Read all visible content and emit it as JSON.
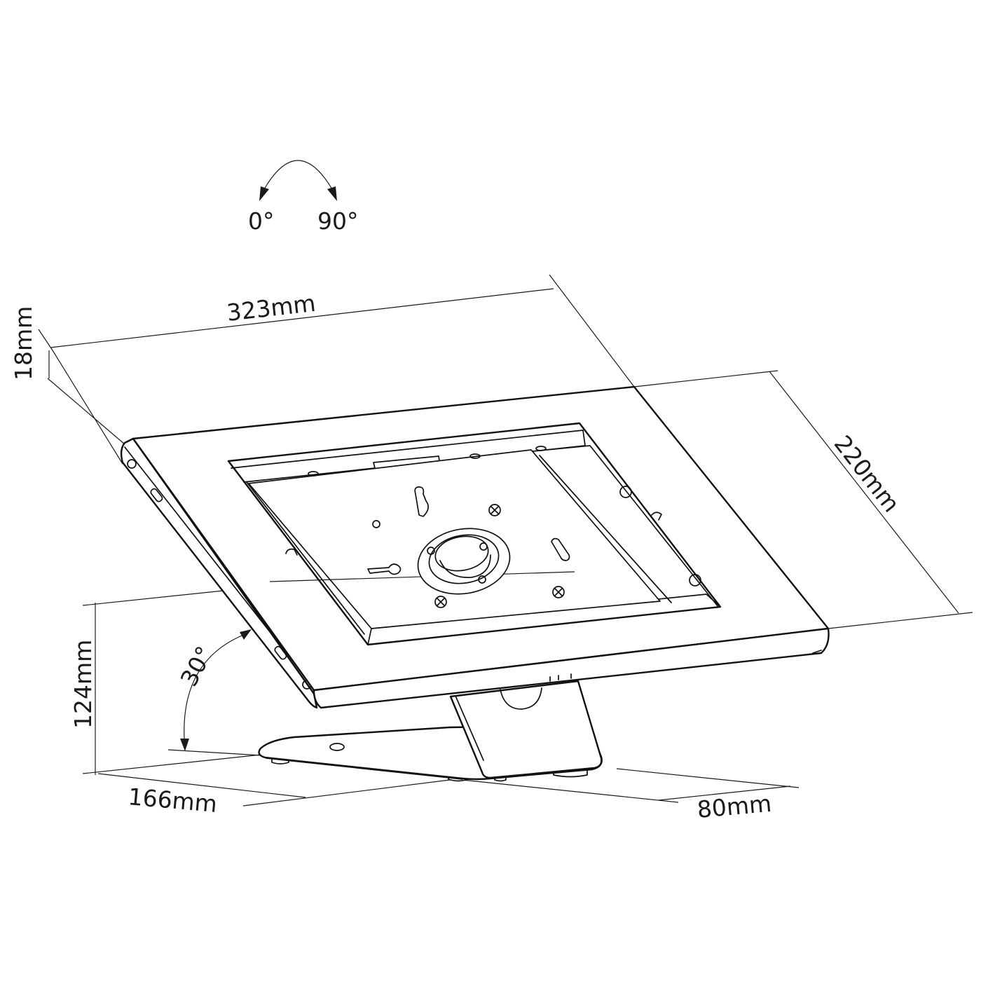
{
  "rotation": {
    "start_label": "0°",
    "end_label": "90°"
  },
  "dimensions": {
    "width": "323mm",
    "height": "220mm",
    "depth": "18mm",
    "stand_height": "124mm",
    "tilt_angle": "30°",
    "base_length": "166mm",
    "base_width": "80mm"
  },
  "colors": {
    "line": "#111111",
    "background": "#ffffff"
  }
}
